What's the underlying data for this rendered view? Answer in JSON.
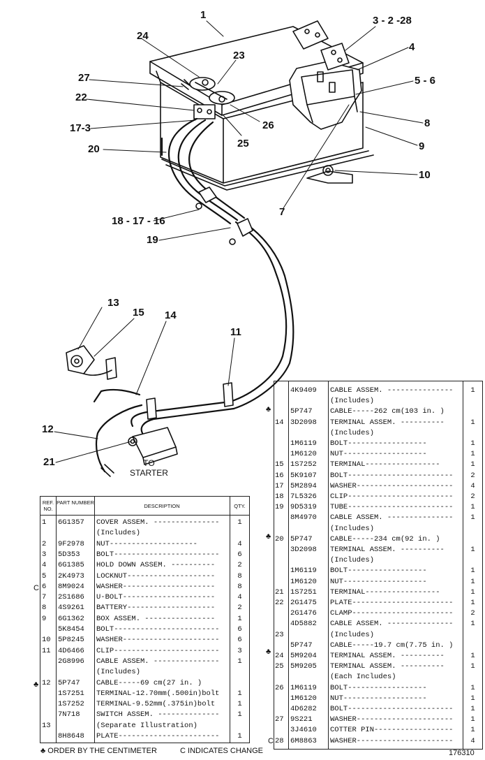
{
  "callouts": [
    {
      "id": "c1",
      "text": "1"
    },
    {
      "id": "c2",
      "text": "3 - 2 -28"
    },
    {
      "id": "c3",
      "text": "4"
    },
    {
      "id": "c4",
      "text": "24"
    },
    {
      "id": "c5",
      "text": "23"
    },
    {
      "id": "c6",
      "text": "27"
    },
    {
      "id": "c7",
      "text": "5 - 6"
    },
    {
      "id": "c8",
      "text": "22"
    },
    {
      "id": "c9",
      "text": "17-3"
    },
    {
      "id": "c10",
      "text": "26"
    },
    {
      "id": "c11",
      "text": "8"
    },
    {
      "id": "c12",
      "text": "25"
    },
    {
      "id": "c13",
      "text": "9"
    },
    {
      "id": "c14",
      "text": "20"
    },
    {
      "id": "c15",
      "text": "10"
    },
    {
      "id": "c16",
      "text": "7"
    },
    {
      "id": "c17",
      "text": "18 - 17 - 16"
    },
    {
      "id": "c18",
      "text": "19"
    },
    {
      "id": "c19",
      "text": "13"
    },
    {
      "id": "c20",
      "text": "15"
    },
    {
      "id": "c21",
      "text": "14"
    },
    {
      "id": "c22",
      "text": "11"
    },
    {
      "id": "c23",
      "text": "12"
    },
    {
      "id": "c24",
      "text": "21"
    }
  ],
  "to_starter": {
    "line1": "TO",
    "line2": "STARTER"
  },
  "left_table": {
    "headers": {
      "ref": "REF. NO.",
      "part": "PART NUMBER",
      "desc": "DESCRIPTION",
      "qty": "QTY."
    },
    "rows": [
      {
        "ref": "1",
        "pn": "6G1357",
        "desc": "COVER ASSEM. ---------------",
        "qty": "1"
      },
      {
        "ref": "",
        "pn": "",
        "desc": "   (Includes)",
        "qty": ""
      },
      {
        "ref": "2",
        "pn": "9F2978",
        "desc": "   NUT--------------------",
        "qty": "4"
      },
      {
        "ref": "3",
        "pn": "5D353",
        "desc": "BOLT------------------------",
        "qty": "6"
      },
      {
        "ref": "4",
        "pn": "6G1385",
        "desc": "HOLD DOWN ASSEM. ----------",
        "qty": "2"
      },
      {
        "ref": "5",
        "pn": "2K4973",
        "desc": "LOCKNUT--------------------",
        "qty": "8"
      },
      {
        "ref": "6",
        "pn": "8M9024",
        "desc": "WASHER---------------------",
        "qty": "8"
      },
      {
        "ref": "7",
        "pn": "2S1686",
        "desc": "U-BOLT---------------------",
        "qty": "4"
      },
      {
        "ref": "8",
        "pn": "4S9261",
        "desc": "BATTERY--------------------",
        "qty": "2"
      },
      {
        "ref": "9",
        "pn": "6G1362",
        "desc": "BOX ASSEM. ----------------",
        "qty": "1"
      },
      {
        "ref": "",
        "pn": "5K8454",
        "desc": "BOLT------------------------",
        "qty": "6"
      },
      {
        "ref": "10",
        "pn": "5P8245",
        "desc": "WASHER----------------------",
        "qty": "6"
      },
      {
        "ref": "11",
        "pn": "4D6466",
        "desc": "CLIP------------------------",
        "qty": "3"
      },
      {
        "ref": "",
        "pn": "2G8996",
        "desc": "CABLE ASSEM. ---------------",
        "qty": "1"
      },
      {
        "ref": "",
        "pn": "",
        "desc": "   (Includes)",
        "qty": ""
      },
      {
        "ref": "12",
        "pn": "5P747",
        "desc": "   CABLE-----69 cm(27 in. )",
        "qty": ""
      },
      {
        "ref": "",
        "pn": "1S7251",
        "desc": "   TERMINAL-12.70mm(.500in)bolt",
        "qty": "1"
      },
      {
        "ref": "",
        "pn": "1S7252",
        "desc": "   TERMINAL-9.52mm(.375in)bolt",
        "qty": "1"
      },
      {
        "ref": "",
        "pn": "7N718",
        "desc": "SWITCH ASSEM. --------------",
        "qty": "1"
      },
      {
        "ref": "13",
        "pn": "",
        "desc": "   (Separate Illustration)",
        "qty": ""
      },
      {
        "ref": "",
        "pn": "8H8648",
        "desc": "PLATE-----------------------",
        "qty": "1"
      }
    ]
  },
  "right_table": {
    "rows": [
      {
        "ref": "",
        "pn": "4K9409",
        "desc": "CABLE ASSEM. ---------------",
        "qty": "1"
      },
      {
        "ref": "",
        "pn": "",
        "desc": "   (Includes)",
        "qty": ""
      },
      {
        "ref": "",
        "pn": "5P747",
        "desc": "   CABLE-----262 cm(103 in. )",
        "qty": ""
      },
      {
        "ref": "14",
        "pn": "3D2098",
        "desc": "   TERMINAL ASSEM. ----------",
        "qty": "1"
      },
      {
        "ref": "",
        "pn": "",
        "desc": "      (Includes)",
        "qty": ""
      },
      {
        "ref": "",
        "pn": "1M6119",
        "desc": "      BOLT------------------",
        "qty": "1"
      },
      {
        "ref": "",
        "pn": "1M6120",
        "desc": "      NUT-------------------",
        "qty": "1"
      },
      {
        "ref": "15",
        "pn": "1S7252",
        "desc": "   TERMINAL-----------------",
        "qty": "1"
      },
      {
        "ref": "16",
        "pn": "5K9107",
        "desc": "BOLT------------------------",
        "qty": "2"
      },
      {
        "ref": "17",
        "pn": "5M2894",
        "desc": "WASHER----------------------",
        "qty": "4"
      },
      {
        "ref": "18",
        "pn": "7L5326",
        "desc": "CLIP------------------------",
        "qty": "2"
      },
      {
        "ref": "19",
        "pn": "9D5319",
        "desc": "TUBE------------------------",
        "qty": "1"
      },
      {
        "ref": "",
        "pn": "8M4970",
        "desc": "CABLE ASSEM. ---------------",
        "qty": "1"
      },
      {
        "ref": "",
        "pn": "",
        "desc": "   (Includes)",
        "qty": ""
      },
      {
        "ref": "20",
        "pn": "5P747",
        "desc": "   CABLE-----234 cm(92 in. )",
        "qty": ""
      },
      {
        "ref": "",
        "pn": "3D2098",
        "desc": "   TERMINAL ASSEM. ----------",
        "qty": "1"
      },
      {
        "ref": "",
        "pn": "",
        "desc": "      (Includes)",
        "qty": ""
      },
      {
        "ref": "",
        "pn": "1M6119",
        "desc": "      BOLT------------------",
        "qty": "1"
      },
      {
        "ref": "",
        "pn": "1M6120",
        "desc": "      NUT-------------------",
        "qty": "1"
      },
      {
        "ref": "21",
        "pn": "1S7251",
        "desc": "   TERMINAL-----------------",
        "qty": "1"
      },
      {
        "ref": "22",
        "pn": "2G1475",
        "desc": "PLATE-----------------------",
        "qty": "1"
      },
      {
        "ref": "",
        "pn": "2G1476",
        "desc": "CLAMP-----------------------",
        "qty": "2"
      },
      {
        "ref": "",
        "pn": "4D5882",
        "desc": "CABLE ASSEM. ---------------",
        "qty": "1"
      },
      {
        "ref": "23",
        "pn": "",
        "desc": "   (Includes)",
        "qty": ""
      },
      {
        "ref": "",
        "pn": "5P747",
        "desc": "   CABLE-----19.7 cm(7.75 in. )",
        "qty": ""
      },
      {
        "ref": "24",
        "pn": "5M9204",
        "desc": "   TERMINAL ASSEM. ----------",
        "qty": "1"
      },
      {
        "ref": "25",
        "pn": "5M9205",
        "desc": "   TERMINAL ASSEM. ----------",
        "qty": "1"
      },
      {
        "ref": "",
        "pn": "",
        "desc": "      (Each Includes)",
        "qty": ""
      },
      {
        "ref": "26",
        "pn": "1M6119",
        "desc": "      BOLT------------------",
        "qty": "1"
      },
      {
        "ref": "",
        "pn": "1M6120",
        "desc": "      NUT-------------------",
        "qty": "1"
      },
      {
        "ref": "",
        "pn": "4D6282",
        "desc": "BOLT------------------------",
        "qty": "1"
      },
      {
        "ref": "27",
        "pn": "9S221",
        "desc": "WASHER----------------------",
        "qty": "1"
      },
      {
        "ref": "",
        "pn": "3J4610",
        "desc": "COTTER PIN------------------",
        "qty": "1"
      },
      {
        "ref": "28",
        "pn": "6M8863",
        "desc": "WASHER----------------------",
        "qty": "4"
      }
    ]
  },
  "marks": {
    "change": "C",
    "centimeter": "♣"
  },
  "footer": {
    "note_centimeter": "♣ ORDER BY THE CENTIMETER",
    "note_change": "C INDICATES CHANGE",
    "drawing_number": "176310"
  }
}
